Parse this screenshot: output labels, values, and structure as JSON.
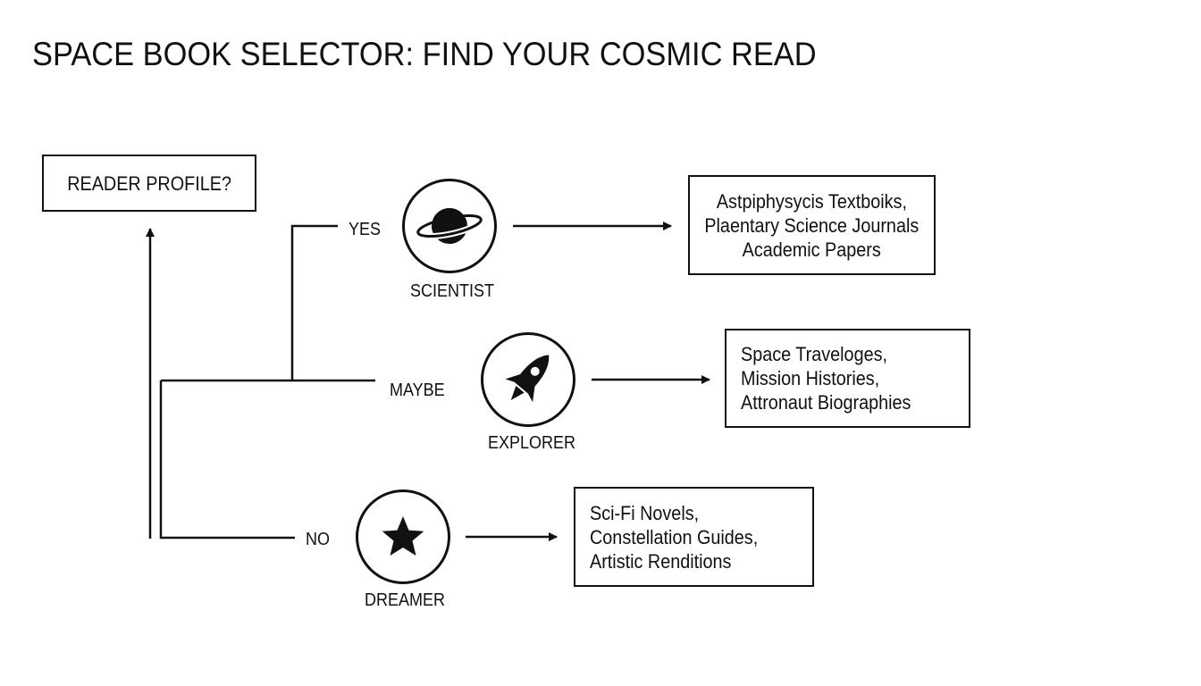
{
  "title": "SPACE BOOK SELECTOR: FIND YOUR COSMIC READ",
  "start": {
    "label": "READER PROFILE?"
  },
  "branches": [
    {
      "answer": "YES",
      "persona": "SCIENTIST",
      "icon": "saturn-planet-icon",
      "books": [
        "Astpiphysycis Textboiks,",
        "Plaentary Science Journals",
        "Academic Papers"
      ]
    },
    {
      "answer": "MAYBE",
      "persona": "EXPLORER",
      "icon": "rocket-icon",
      "books": [
        "Space Traveloges,",
        "Mission Histories,",
        "Attronaut Biographies"
      ]
    },
    {
      "answer": "NO",
      "persona": "DREAMER",
      "icon": "star-icon",
      "books": [
        "Sci-Fi Novels,",
        "Constellation Guides,",
        "Artistic Renditions"
      ]
    }
  ],
  "colors": {
    "ink": "#111111",
    "background": "#ffffff"
  }
}
